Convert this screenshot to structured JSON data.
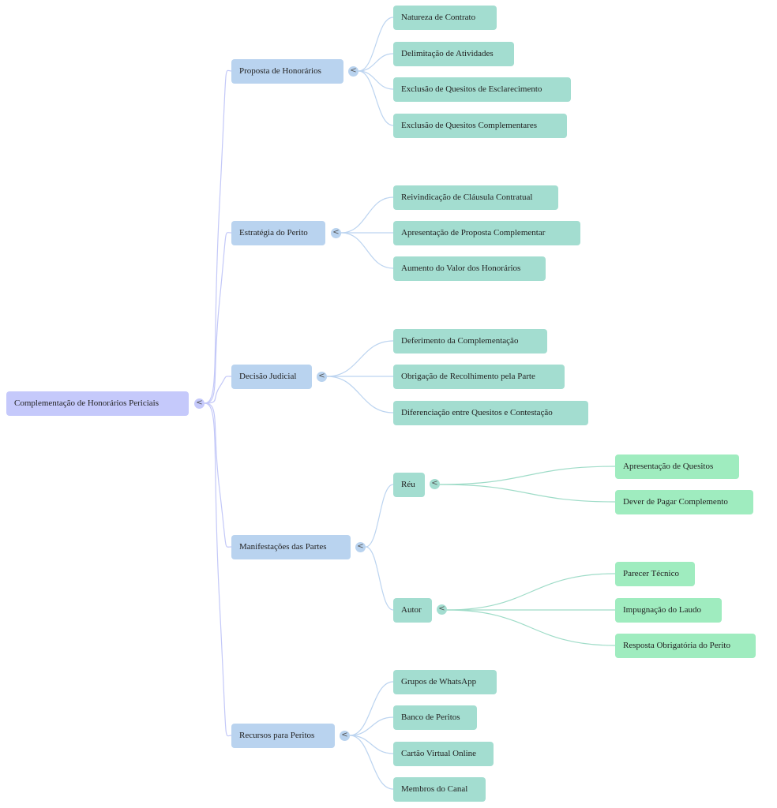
{
  "colors": {
    "root": "#c5c9fb",
    "branch": "#b9d3ef",
    "leaf": "#a3ddd0",
    "subleaf": "#9fecbf",
    "edge_root": "#c3c8f8",
    "edge_branch": "#bcd4f0",
    "edge_leaf": "#9fdcc8"
  },
  "toggle_glyph": "<",
  "root": {
    "label": "Complementação de Honorários Periciais",
    "children": [
      {
        "label": "Proposta de Honorários",
        "children": [
          {
            "label": "Natureza de Contrato"
          },
          {
            "label": "Delimitação de Atividades"
          },
          {
            "label": "Exclusão de Quesitos de Esclarecimento"
          },
          {
            "label": "Exclusão de Quesitos Complementares"
          }
        ]
      },
      {
        "label": "Estratégia do Perito",
        "children": [
          {
            "label": "Reivindicação de Cláusula Contratual"
          },
          {
            "label": "Apresentação de Proposta Complementar"
          },
          {
            "label": "Aumento do Valor dos Honorários"
          }
        ]
      },
      {
        "label": "Decisão Judicial",
        "children": [
          {
            "label": "Deferimento da Complementação"
          },
          {
            "label": "Obrigação de Recolhimento pela Parte"
          },
          {
            "label": "Diferenciação entre Quesitos e Contestação"
          }
        ]
      },
      {
        "label": "Manifestações das Partes",
        "children": [
          {
            "label": "Réu",
            "children": [
              {
                "label": "Apresentação de Quesitos"
              },
              {
                "label": "Dever de Pagar Complemento"
              }
            ]
          },
          {
            "label": "Autor",
            "children": [
              {
                "label": "Parecer Técnico"
              },
              {
                "label": "Impugnação do Laudo"
              },
              {
                "label": "Resposta Obrigatória do Perito"
              }
            ]
          }
        ]
      },
      {
        "label": "Recursos para Peritos",
        "children": [
          {
            "label": "Grupos de WhatsApp"
          },
          {
            "label": "Banco de Peritos"
          },
          {
            "label": "Cartão Virtual Online"
          },
          {
            "label": "Membros do Canal"
          }
        ]
      }
    ]
  }
}
